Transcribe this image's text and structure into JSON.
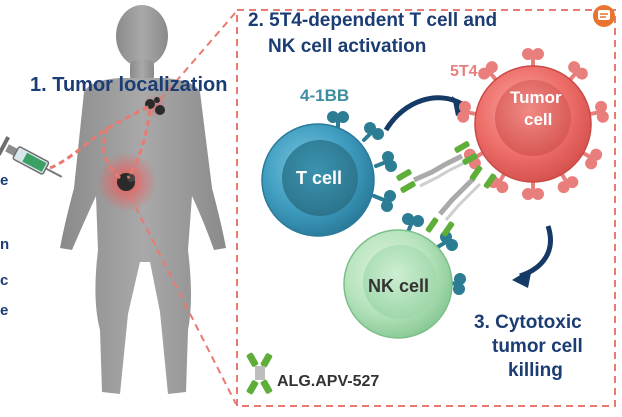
{
  "labels": {
    "step1": "1. Tumor localization",
    "step2_line1": "2. 5T4-dependent T cell and",
    "step2_line2": "NK cell activation",
    "step3_line1": "3. Cytotoxic",
    "step3_line2": "tumor cell",
    "step3_line3": "killing",
    "receptor_41bb": "4-1BB",
    "antigen_5t4": "5T4",
    "t_cell": "T cell",
    "nk_cell": "NK cell",
    "tumor_line1": "Tumor",
    "tumor_line2": "cell",
    "drug": "ALG.APV-527"
  },
  "edge_fragments": [
    "e",
    "n",
    "c",
    "e"
  ],
  "colors": {
    "title_navy": "#1b3d73",
    "t_cell_teal": "#3d8ea0",
    "tumor_red": "#e8605d",
    "nk_green": "#a8dcb0",
    "antibody_green": "#5fae3a",
    "dashed_line": "#e87a72"
  },
  "icons": [
    "syringe-icon",
    "human-body-icon",
    "tumor-icon",
    "antibody-icon",
    "curved-arrow-icon",
    "receptor-icon",
    "corner-badge-icon"
  ]
}
